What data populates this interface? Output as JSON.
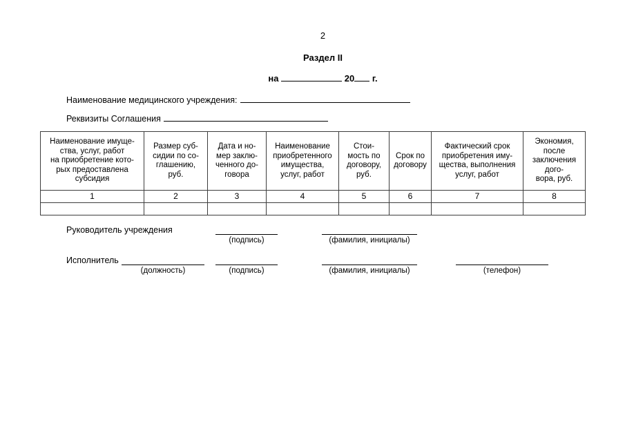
{
  "page": {
    "number": "2"
  },
  "title": {
    "heading": "Раздел II",
    "period_prefix": "на",
    "period_year": "20",
    "period_suffix": "г."
  },
  "header_fields": [
    {
      "label": "Наименование медицинского учреждения:",
      "value": ""
    },
    {
      "label": "Реквизиты Соглашения",
      "value": ""
    }
  ],
  "table": {
    "columns": [
      "Наименование имуще-\nства, услуг, работ\nна приобретение кото-\nрых предоставлена\nсубсидия",
      "Размер суб-\nсидии по со-\nглашению,\nруб.",
      "Дата и но-\nмер заклю-\nченного до-\nговора",
      "Наименование\nприобретенного\nимущества,\nуслуг, работ",
      "Стои-\nмость по\nдоговору,\nруб.",
      "Срок по\nдоговору",
      "Фактический срок\nприобретения иму-\nщества, выполнения\nуслуг, работ",
      "Экономия, после\nзаключения дого-\nвора, руб."
    ],
    "numbering": [
      "1",
      "2",
      "3",
      "4",
      "5",
      "6",
      "7",
      "8"
    ],
    "rows": [
      [
        "",
        "",
        "",
        "",
        "",
        "",
        "",
        ""
      ]
    ]
  },
  "signatures": {
    "director": {
      "label": "Руководитель учреждения",
      "signature_caption": "(подпись)",
      "name_caption": "(фамилия, инициалы)"
    },
    "executor": {
      "label": "Исполнитель",
      "position_caption": "(должность)",
      "signature_caption": "(подпись)",
      "name_caption": "(фамилия, инициалы)",
      "phone_caption": "(телефон)"
    }
  }
}
